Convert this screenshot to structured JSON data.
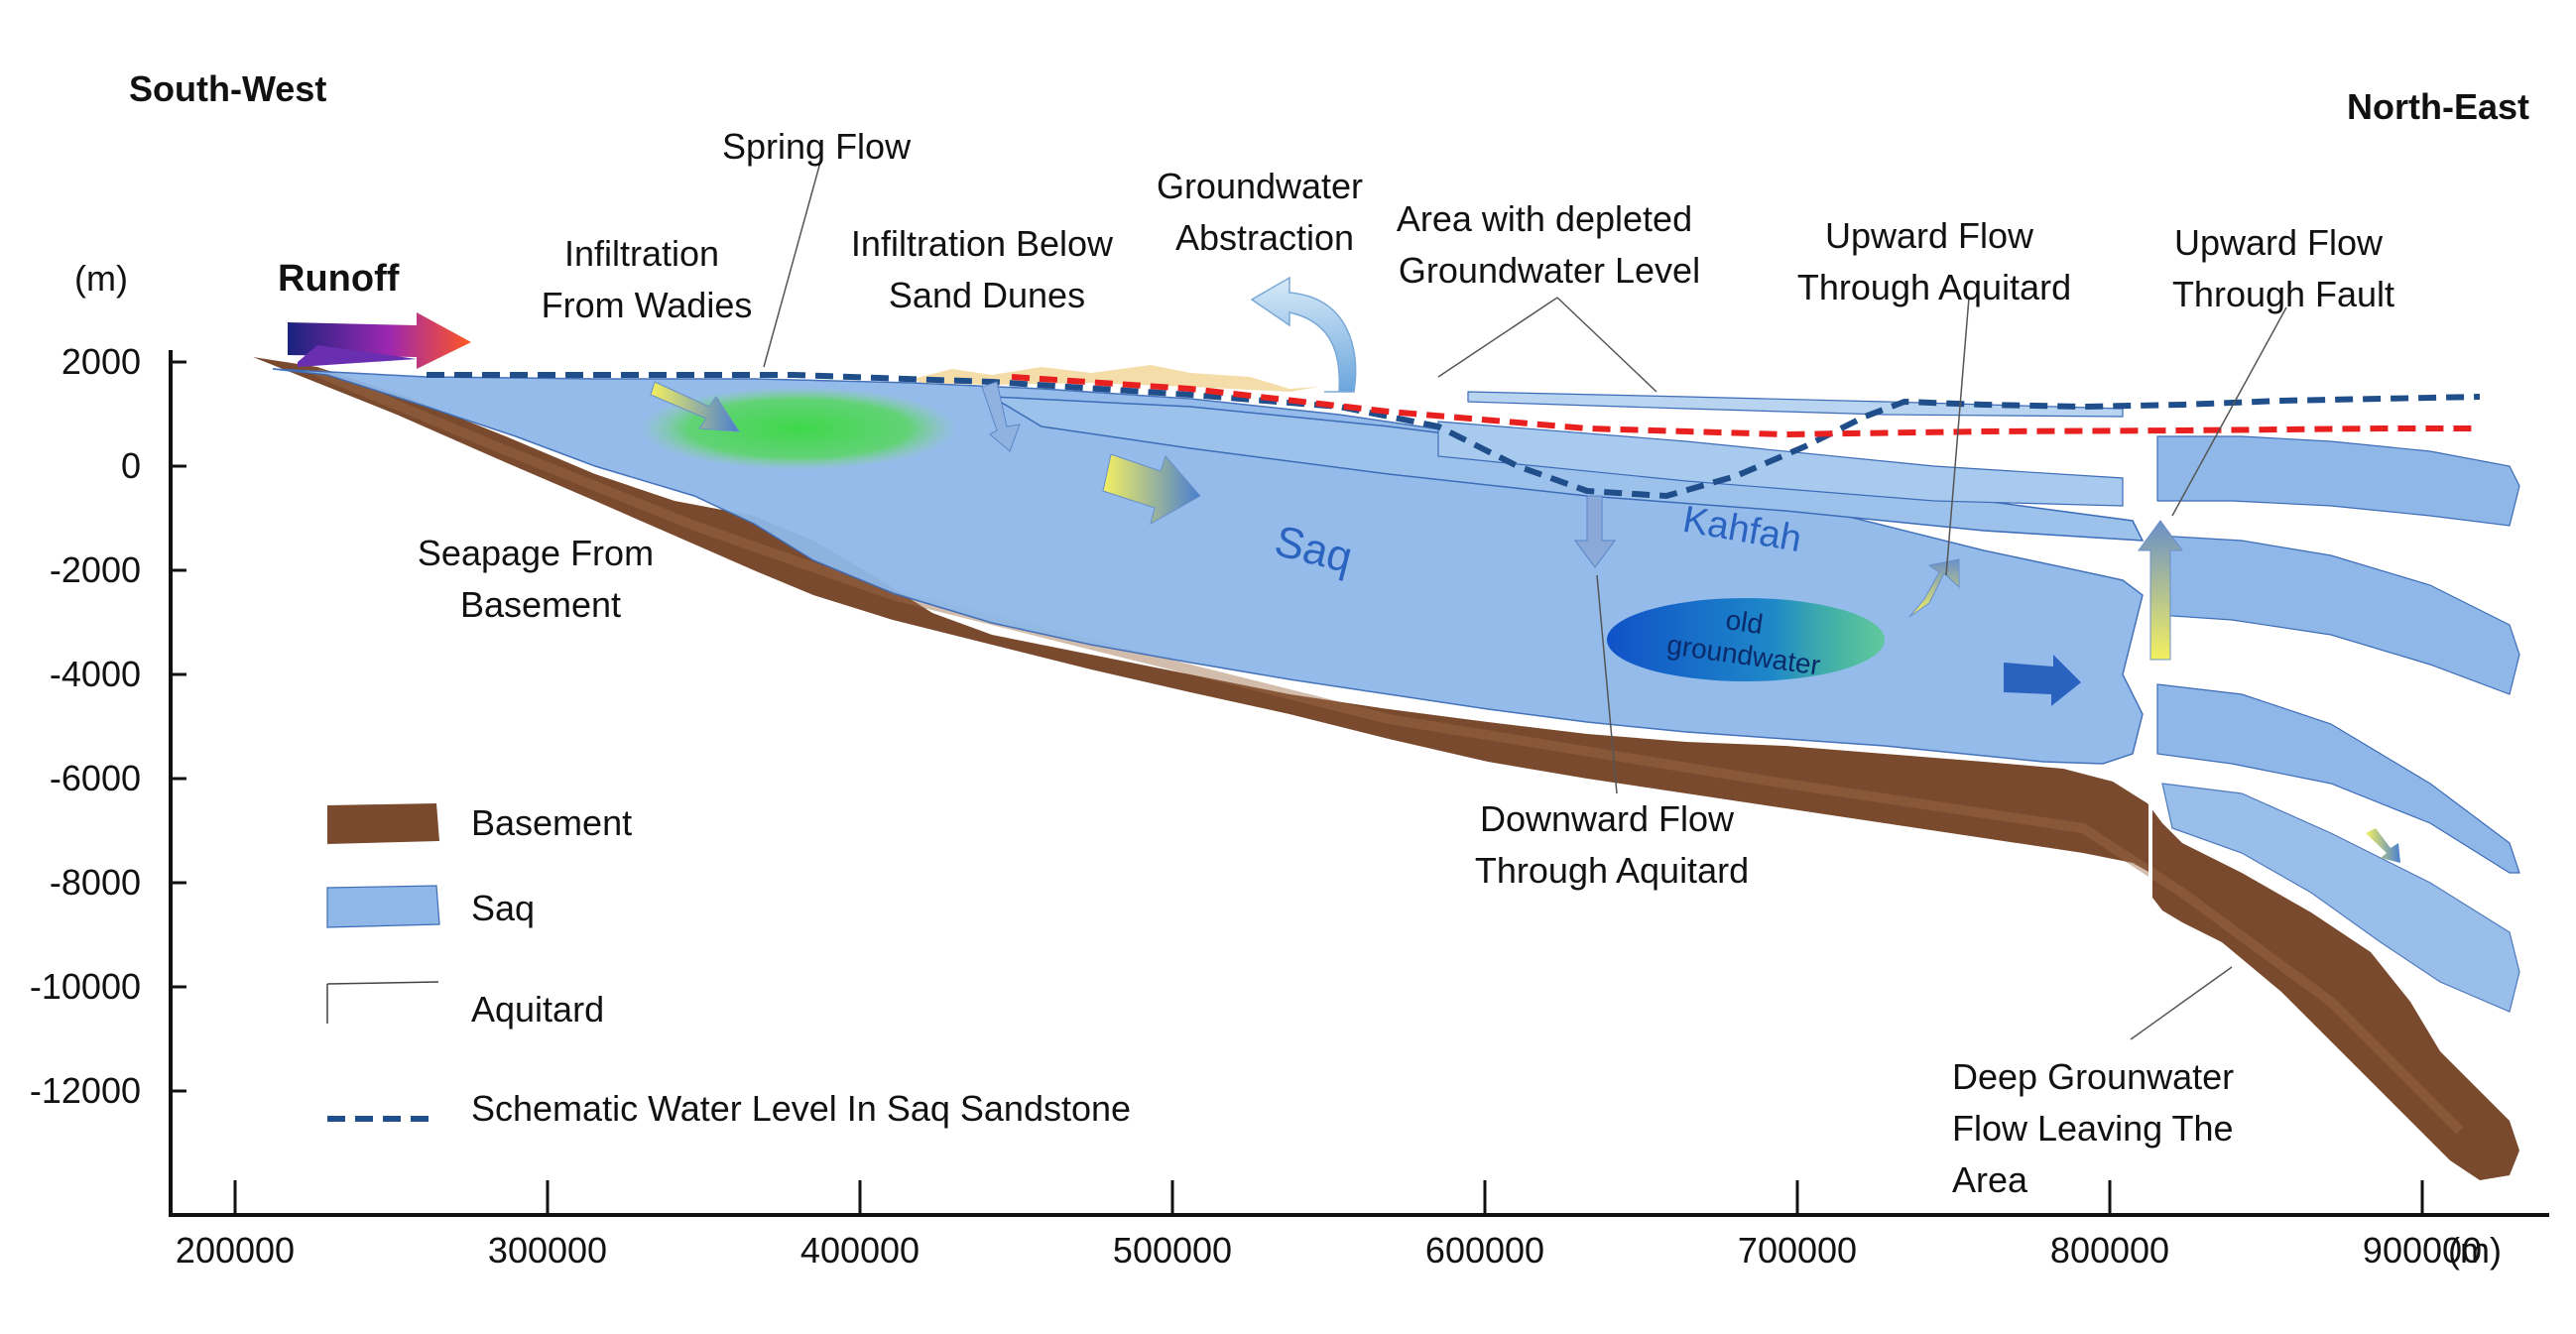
{
  "directions": {
    "left": "South-West",
    "right": "North-East"
  },
  "axes": {
    "y_unit": "(m)",
    "x_unit": "(m)",
    "y_ticks": [
      "2000",
      "0",
      "-2000",
      "-4000",
      "-6000",
      "-8000",
      "-10000",
      "-12000"
    ],
    "x_ticks": [
      "200000",
      "300000",
      "400000",
      "500000",
      "600000",
      "700000",
      "800000",
      "900000"
    ]
  },
  "annotations": {
    "runoff": "Runoff",
    "spring_flow": "Spring Flow",
    "infiltration_wadies": [
      "Infiltration",
      "From Wadies"
    ],
    "infiltration_dunes": [
      "Infiltration Below",
      "Sand Dunes"
    ],
    "abstraction": [
      "Groundwater",
      "Abstraction"
    ],
    "depleted_area": [
      "Area with depleted",
      "Groundwater Level"
    ],
    "upward_aquitard": [
      "Upward Flow",
      "Through  Aquitard"
    ],
    "upward_fault": [
      "Upward Flow",
      "Through  Fault"
    ],
    "seepage": [
      "Seapage From",
      "Basement"
    ],
    "saq_label": "Saq",
    "kahfah_label": "Kahfah",
    "old_groundwater": [
      "old",
      "groundwater"
    ],
    "downward_flow": [
      "Downward Flow",
      "Through Aquitard"
    ],
    "deep_flow": [
      "Deep Grounwater",
      "Flow Leaving The",
      "Area"
    ]
  },
  "legend": [
    {
      "label": "Basement",
      "swatch": "basement"
    },
    {
      "label": "Saq",
      "swatch": "saq"
    },
    {
      "label": "Aquitard",
      "swatch": "aquitard"
    },
    {
      "label": "Schematic Water Level In Saq Sandstone",
      "swatch": "dashed-line"
    }
  ],
  "colors": {
    "basement": "#7a4a2e",
    "saq": "#8fb8e8",
    "water_level_dash": "#1f4e8a",
    "depleted_level_dash": "#e82020",
    "infiltration_zone": "#3ecf4a",
    "old_groundwater": "#1565c0"
  }
}
